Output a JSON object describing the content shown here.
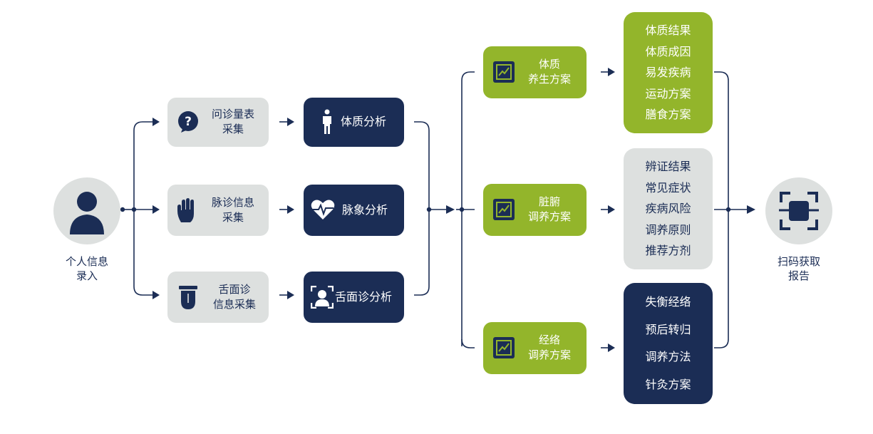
{
  "start": {
    "label_line1": "个人信息",
    "label_line2": "录入",
    "icon": "person-icon"
  },
  "end": {
    "label_line1": "扫码获取",
    "label_line2": "报告",
    "icon": "scan-icon"
  },
  "collect": [
    {
      "line1": "问诊量表",
      "line2": "采集",
      "icon": "question-icon"
    },
    {
      "line1": "脉诊信息",
      "line2": "采集",
      "icon": "hand-icon"
    },
    {
      "line1": "舌面诊",
      "line2": "信息采集",
      "icon": "tongue-icon"
    }
  ],
  "analysis": [
    {
      "label": "体质分析",
      "icon": "person-standing-icon"
    },
    {
      "label": "脉象分析",
      "icon": "heartbeat-icon"
    },
    {
      "label": "舌面诊分析",
      "icon": "face-scan-icon"
    }
  ],
  "plans": [
    {
      "line1": "体质",
      "line2": "养生方案",
      "icon": "chart-icon"
    },
    {
      "line1": "脏腑",
      "line2": "调养方案",
      "icon": "chart-icon"
    },
    {
      "line1": "经络",
      "line2": "调养方案",
      "icon": "chart-icon"
    }
  ],
  "results": [
    {
      "items": [
        "体质结果",
        "体质成因",
        "易发疾病",
        "运动方案",
        "膳食方案"
      ],
      "color": "#93b52b"
    },
    {
      "items": [
        "辨证结果",
        "常见症状",
        "疾病风险",
        "调养原则",
        "推荐方剂"
      ],
      "color": "#dde0df"
    },
    {
      "items": [
        "失衡经络",
        "预后转归",
        "调养方法",
        "针灸方案"
      ],
      "color": "#1b2d55"
    }
  ],
  "colors": {
    "navy": "#1b2d55",
    "green": "#93b52b",
    "gray": "#dde0df"
  }
}
